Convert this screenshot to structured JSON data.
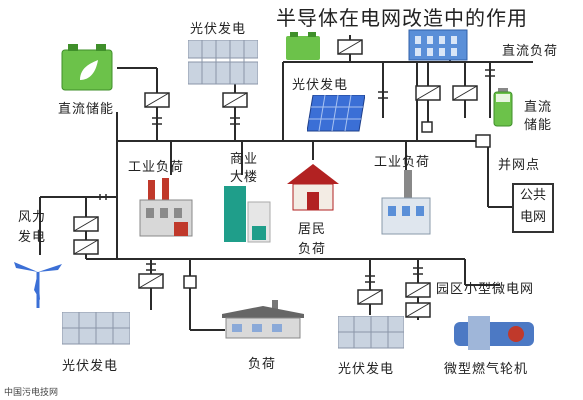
{
  "title": "半导体在电网改造中的作用",
  "watermark": "中国污电技网",
  "labels": {
    "pv_top": "光伏发电",
    "dc_storage_left": "直流储能",
    "pv_right": "光伏发电",
    "dc_load_right": "直流负荷",
    "dc_storage_right_1": "直流",
    "dc_storage_right_2": "储能",
    "industrial_load_1": "工业负荷",
    "commercial_1": "商业",
    "commercial_2": "大楼",
    "industrial_load_2": "工业负荷",
    "grid_point": "并网点",
    "public_grid_1": "公共",
    "public_grid_2": "电网",
    "wind_1": "风力",
    "wind_2": "发电",
    "residential_1": "居民",
    "residential_2": "负荷",
    "microgrid": "园区小型微电网",
    "pv_bottom_left": "光伏发电",
    "load_bottom": "负荷",
    "pv_bottom_right": "光伏发电",
    "gas_turbine": "微型燃气轮机"
  },
  "colors": {
    "wire": "#2b2b2b",
    "solar": "#3b6fd6",
    "battery_green": "#6cc24a",
    "factory_red": "#c0392b",
    "building_teal": "#1f9e8a",
    "house_red": "#b22222"
  }
}
